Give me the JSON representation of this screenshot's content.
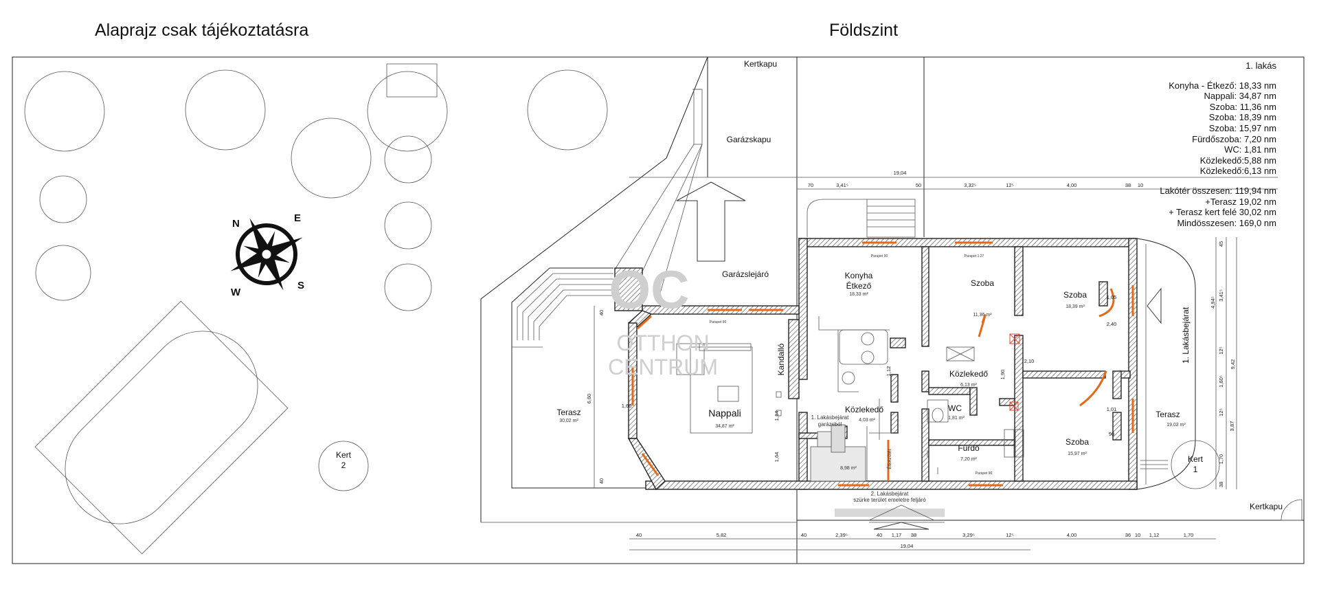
{
  "headers": {
    "left_title": "Alaprajz csak tájékoztatásra",
    "right_title": "Földszint"
  },
  "compass": {
    "n": "N",
    "e": "E",
    "s": "S",
    "w": "W"
  },
  "watermark": {
    "top": "OC",
    "mid": "OTTHON",
    "bottom": "CENTRUM"
  },
  "summary": {
    "unit": "1. lakás",
    "rooms": [
      "Konyha - Étkező: 18,33 nm",
      "Nappali: 34,87 nm",
      "Szoba: 11,36 nm",
      "Szoba: 18,39 nm",
      "Szoba: 15,97 nm",
      "Fürdőszoba: 7,20 nm",
      "WC: 1,81 nm",
      "Közlekedő:5,88 nm",
      "Közlekedő:6,13 nm"
    ],
    "totals": [
      "Lakótér összesen: 119,94 nm",
      "+Terasz 19,02 nm",
      "+ Terasz kert felé 30,02 nm",
      "Mindösszesen: 169,0 nm"
    ]
  },
  "labels": {
    "kertkapu_top": "Kertkapu",
    "garazskapu": "Garázskapu",
    "garazslejaro": "Garázslejáró",
    "kandallo": "Kandalló",
    "konyha": "Konyha",
    "etkezo": "Étkező",
    "konyha_area": "18,33 m²",
    "szoba1": "Szoba",
    "szoba1_area": "11,36 m²",
    "szoba2": "Szoba",
    "szoba2_area": "18,39 m²",
    "szoba3": "Szoba",
    "szoba3_area": "15,97 m²",
    "kozleked1": "Közlekedő",
    "kozleked1_area": "6,13 m²",
    "kozleked2": "Közlekedő",
    "kozleked2_area": "4,03 m²",
    "wc": "WC",
    "wc_area": "1,81 m²",
    "furdo": "Fürdő",
    "furdo_area": "7,20 m²",
    "nappali": "Nappali",
    "nappali_area": "34,87 m²",
    "terasz_left": "Terasz",
    "terasz_left_area": "30,02 m²",
    "terasz_right": "Terasz",
    "terasz_right_area": "19,02 m²",
    "lakasbejarat": "1. Lakásbejárat",
    "lakasbejarat_garage_1": "1. Lakásbejárat",
    "lakasbejarat_garage_2": "garázsból",
    "stair_area": "8,98 m²",
    "lakasbejarat2_1": "2. Lakásbejárat",
    "lakasbejarat2_2": "szürke terület emeletre feljáró",
    "etkezo_vertical": "Étkezőtér",
    "kert1": "Kert",
    "kert1_num": "1",
    "kert2": "Kert",
    "kert2_num": "2",
    "kertkapu_bottom": "Kertkapu",
    "parapet_90a": "Parapet 90",
    "parapet_127": "Parapet 1.27",
    "parapet_90b": "Parapet 90",
    "parapet_90c": "Parapet 90"
  },
  "dimensions": {
    "top_total": "19,04",
    "top_segments": [
      "70",
      "3,41⁵",
      "50",
      "3,32⁵",
      "12⁵",
      "4,00",
      "38",
      "10"
    ],
    "bottom_segments": [
      "40",
      "5,82",
      "40",
      "2,39⁵",
      "40",
      "1,17",
      "38",
      "3,29⁵",
      "12⁵",
      "4,00",
      "36",
      "10",
      "1,12",
      "1,70"
    ],
    "bottom_total": "19,04",
    "left_total": "6,60",
    "left_small_1": "40",
    "left_small_2": "40",
    "right_segments": [
      "45",
      "3,41⁵",
      "12⁵",
      "1,60⁵",
      "12⁵",
      "3,87",
      "1,70",
      "38"
    ],
    "right_total": "9,42",
    "right_side": "4,94⁵",
    "mid_a": "1,14",
    "mid_b": "1,64",
    "mid_c": "1,12",
    "mid_d": "1,90",
    "door_a": "2,10",
    "door_b": "2,40",
    "door_c": "1,01",
    "door_d": "1,05",
    "door_e": "1,60",
    "door_f": "90"
  },
  "colors": {
    "window": "#e46a1b",
    "wall": "#222222",
    "watermark": "#cfcfcf"
  }
}
